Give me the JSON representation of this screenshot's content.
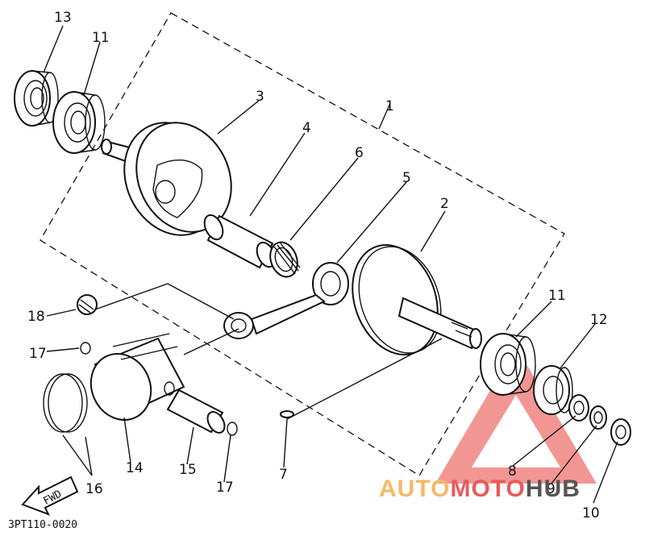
{
  "figure_code": "3PT110-0020",
  "direction_arrow": "FWD",
  "callouts": [
    {
      "id": "c13",
      "text": "13"
    },
    {
      "id": "c11a",
      "text": "11"
    },
    {
      "id": "c3",
      "text": "3"
    },
    {
      "id": "c1",
      "text": "1"
    },
    {
      "id": "c4",
      "text": "4"
    },
    {
      "id": "c6",
      "text": "6"
    },
    {
      "id": "c5",
      "text": "5"
    },
    {
      "id": "c2",
      "text": "2"
    },
    {
      "id": "c11b",
      "text": "11"
    },
    {
      "id": "c12",
      "text": "12"
    },
    {
      "id": "c18",
      "text": "18"
    },
    {
      "id": "c17a",
      "text": "17"
    },
    {
      "id": "c14",
      "text": "14"
    },
    {
      "id": "c15",
      "text": "15"
    },
    {
      "id": "c17b",
      "text": "17"
    },
    {
      "id": "c7",
      "text": "7"
    },
    {
      "id": "c16",
      "text": "16"
    },
    {
      "id": "c8",
      "text": "8"
    },
    {
      "id": "c9",
      "text": "9"
    },
    {
      "id": "c10",
      "text": "10"
    }
  ],
  "watermark": {
    "part1": "AUTO",
    "part2": "MOTO",
    "part3": "HUB",
    "colors": {
      "auto": "#f5b96a",
      "moto": "#e85a5a",
      "hub": "#555555",
      "triangle": "#e8423c"
    }
  }
}
